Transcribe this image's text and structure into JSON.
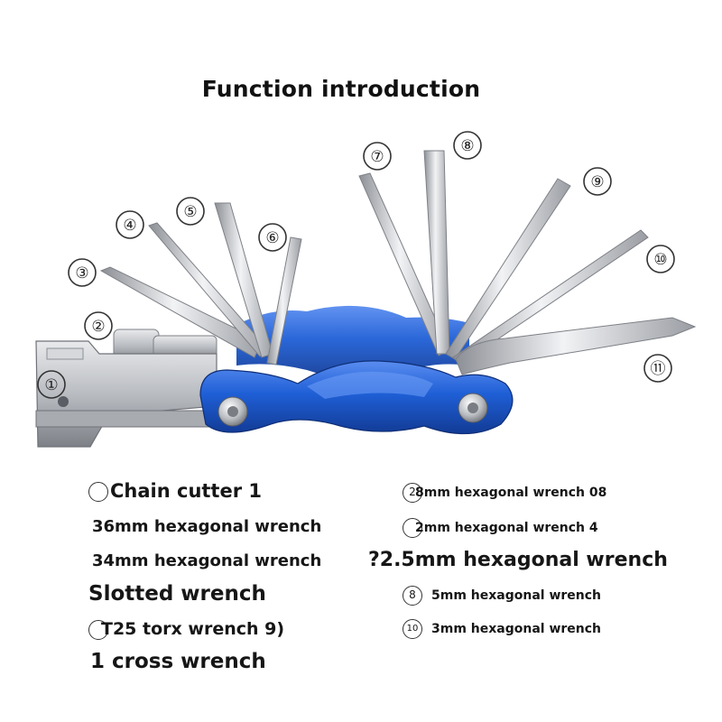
{
  "title": "Function introduction",
  "callouts": [
    "①",
    "②",
    "③",
    "④",
    "⑤",
    "⑥",
    "⑦",
    "⑧",
    "⑨",
    "⑩",
    "⑪"
  ],
  "colors": {
    "anodized_blue": "#1f5fd6",
    "steel": "#c9cbcf",
    "steel_dark": "#8c8f95"
  },
  "functions_left": [
    {
      "num": "",
      "text": "Chain cutter 1"
    },
    {
      "num": "",
      "text": "36mm hexagonal wrench"
    },
    {
      "num": "",
      "text": "34mm hexagonal wrench"
    },
    {
      "num": "",
      "text": "Slotted wrench"
    },
    {
      "num": "",
      "text": "T25 torx wrench 9)"
    },
    {
      "num": "",
      "text": "1 cross wrench"
    }
  ],
  "functions_right": [
    {
      "num": "2",
      "text": "8mm hexagonal wrench 08"
    },
    {
      "num": "",
      "text": "2mm hexagonal wrench 4"
    },
    {
      "num": "",
      "text": "?2.5mm hexagonal wrench"
    },
    {
      "num": "8",
      "text": "5mm hexagonal wrench"
    },
    {
      "num": "10",
      "text": "3mm hexagonal wrench"
    }
  ]
}
